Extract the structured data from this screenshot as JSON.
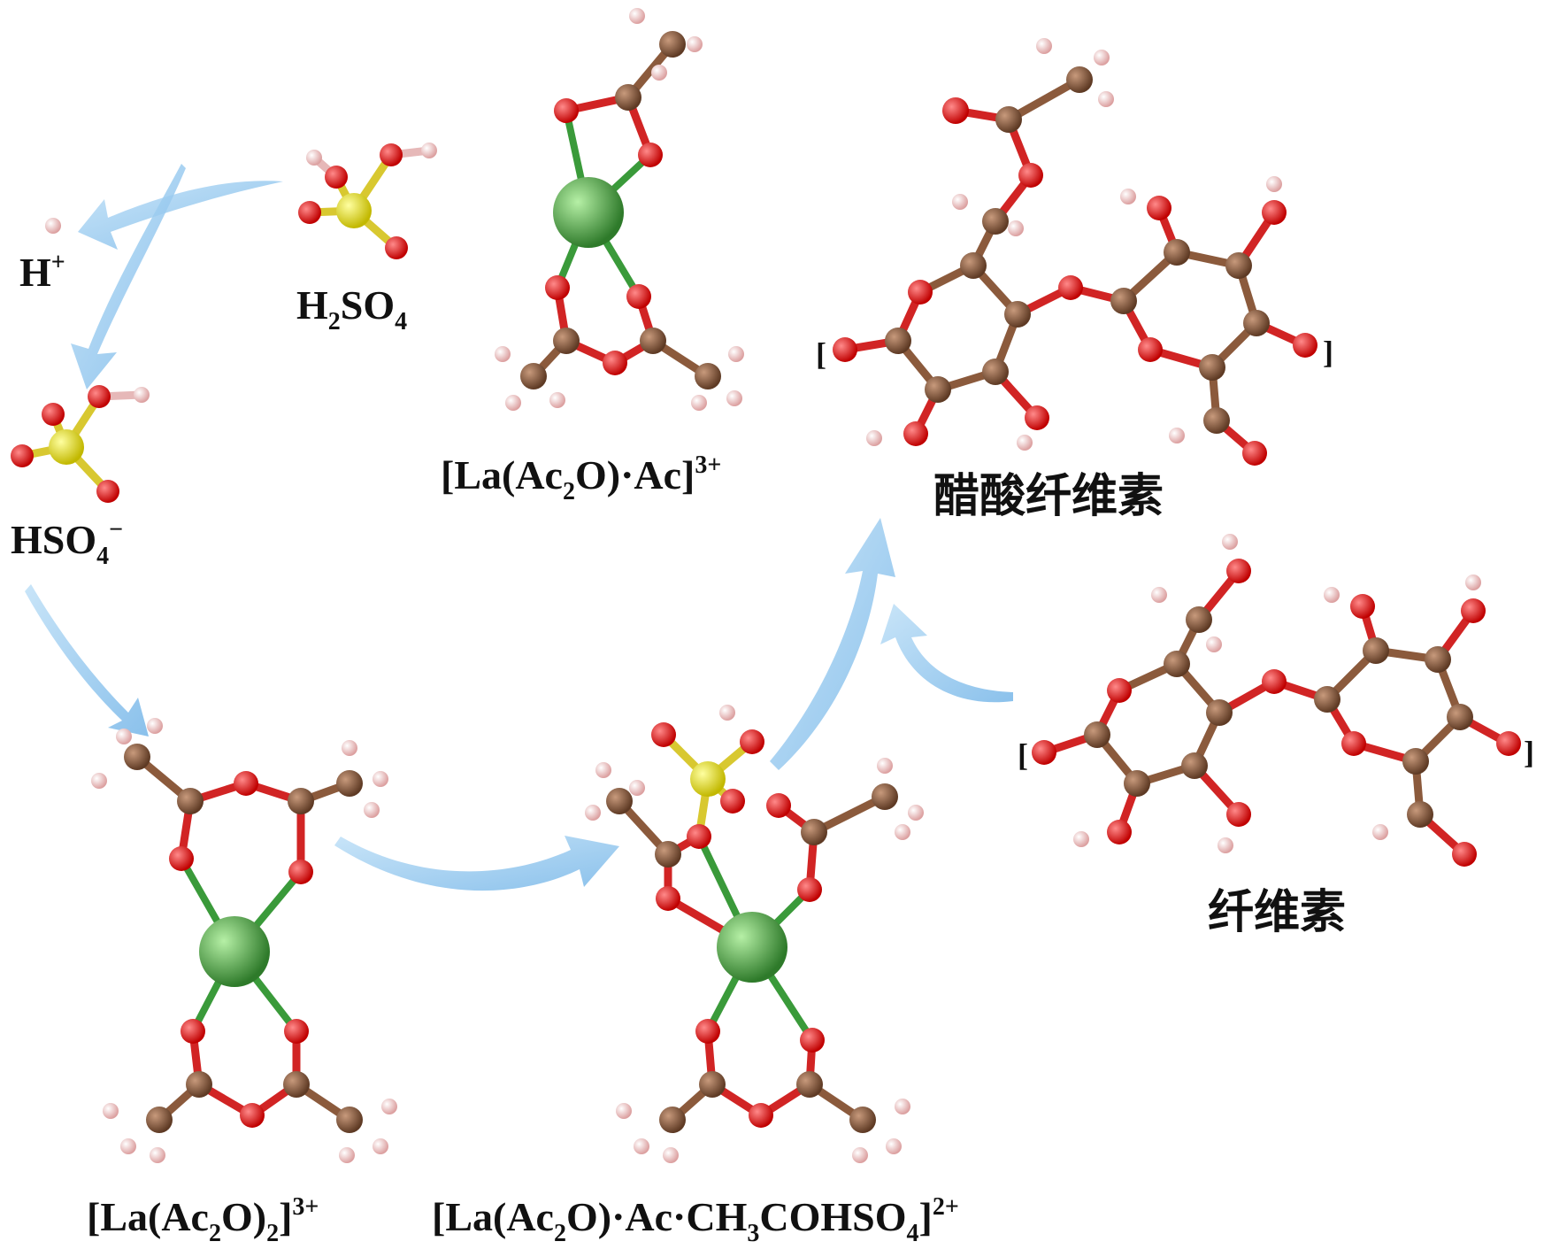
{
  "labels": {
    "h_plus": {
      "base": "H",
      "sup": "+"
    },
    "h2so4": {
      "a": "H",
      "sub1": "2",
      "b": "SO",
      "sub2": "4"
    },
    "hso4": {
      "a": "HSO",
      "sub": "4",
      "sup": "−"
    },
    "la_ac2o_ac": {
      "a": "[La(Ac",
      "sub": "2",
      "b": "O)·Ac]",
      "sup": "3+"
    },
    "acetate_cellulose": "醋酸纤维素",
    "cellulose": "纤维素",
    "la_ac2o_2": {
      "a": "[La(Ac",
      "sub1": "2",
      "b": "O)",
      "sub2": "2",
      "c": "]",
      "sup": "3+"
    },
    "la_complex_hso4": {
      "a": "[La(Ac",
      "sub1": "2",
      "b": "O)·Ac·CH",
      "sub2": "3",
      "c": "COHSO",
      "sub3": "4",
      "d": "]",
      "sup": "2+"
    }
  },
  "colors": {
    "carbon": "#7a4e34",
    "oxygen": "#e01818",
    "hydrogen": "#f4c8c8",
    "sulfur": "#e8e030",
    "lanthanum": "#4caa46",
    "arrow": "#8cc6ee"
  }
}
